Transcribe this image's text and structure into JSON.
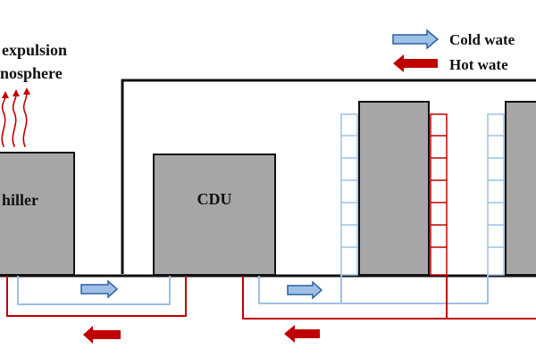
{
  "labels": {
    "heat_note_line1": "expulsion",
    "heat_note_line2": "nosphere",
    "chiller": "hiller",
    "cdu": "CDU"
  },
  "legend": {
    "cold": "Cold wate",
    "hot": "Hot wate"
  },
  "colors": {
    "cold_water": "#9ec0e6",
    "cold_water_edge": "#2e5fa3",
    "hot_water": "#c00000",
    "box_fill": "#a6a6a6",
    "box_stroke": "#111111",
    "line": "#111111"
  },
  "icons": {
    "cold_arrow": "right-arrow-blue",
    "hot_arrow": "left-arrow-red",
    "heat_waves": "heat-wave-icon"
  }
}
